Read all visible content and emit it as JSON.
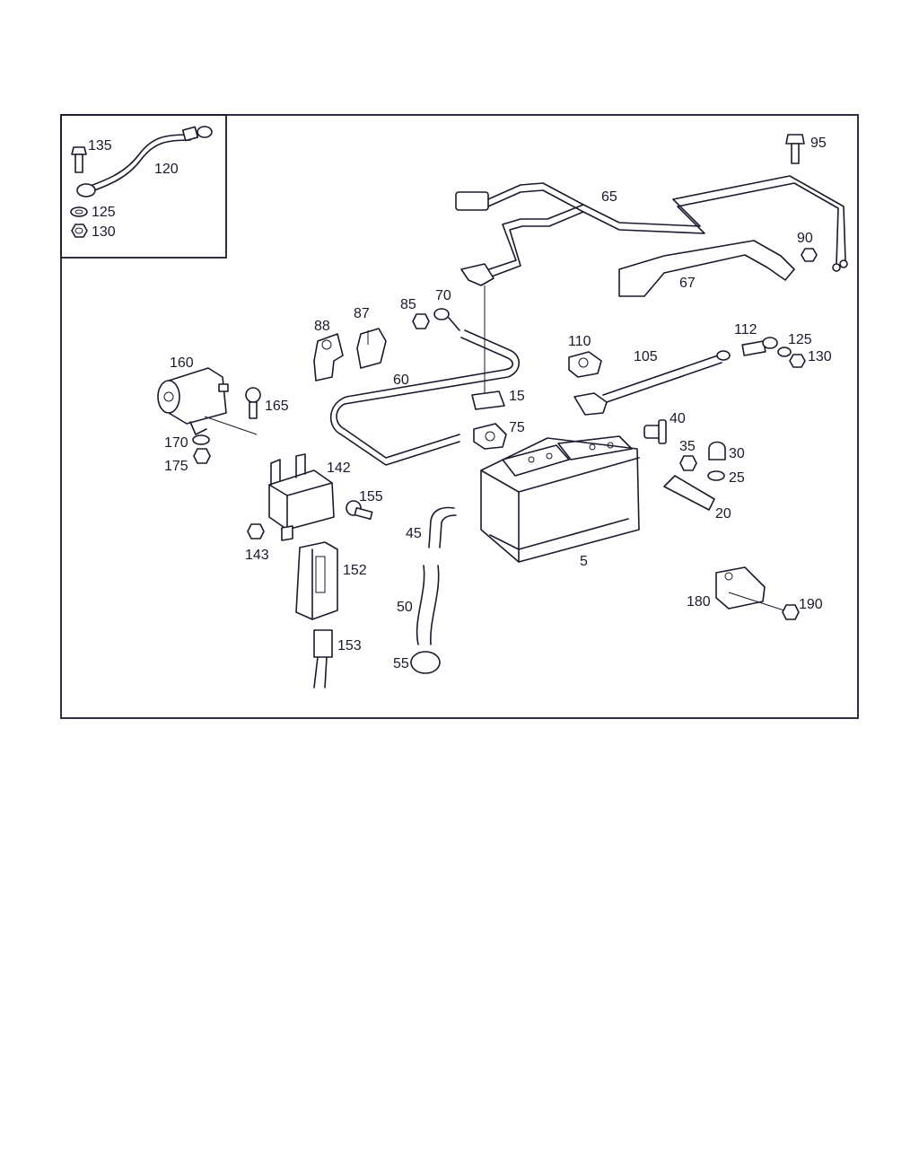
{
  "diagram": {
    "labels": {
      "p135": "135",
      "p120": "120",
      "p125a": "125",
      "p130a": "130",
      "p95": "95",
      "p65": "65",
      "p90": "90",
      "p67": "67",
      "p88": "88",
      "p87": "87",
      "p85": "85",
      "p70": "70",
      "p60": "60",
      "p15": "15",
      "p75": "75",
      "p110": "110",
      "p105": "105",
      "p112": "112",
      "p125b": "125",
      "p130b": "130",
      "p40": "40",
      "p35": "35",
      "p30": "30",
      "p25": "25",
      "p20": "20",
      "p160": "160",
      "p165": "165",
      "p170": "170",
      "p175": "175",
      "p142": "142",
      "p155": "155",
      "p143": "143",
      "p152": "152",
      "p153": "153",
      "p45": "45",
      "p50": "50",
      "p55": "55",
      "p5": "5",
      "p180": "180",
      "p190": "190"
    }
  }
}
